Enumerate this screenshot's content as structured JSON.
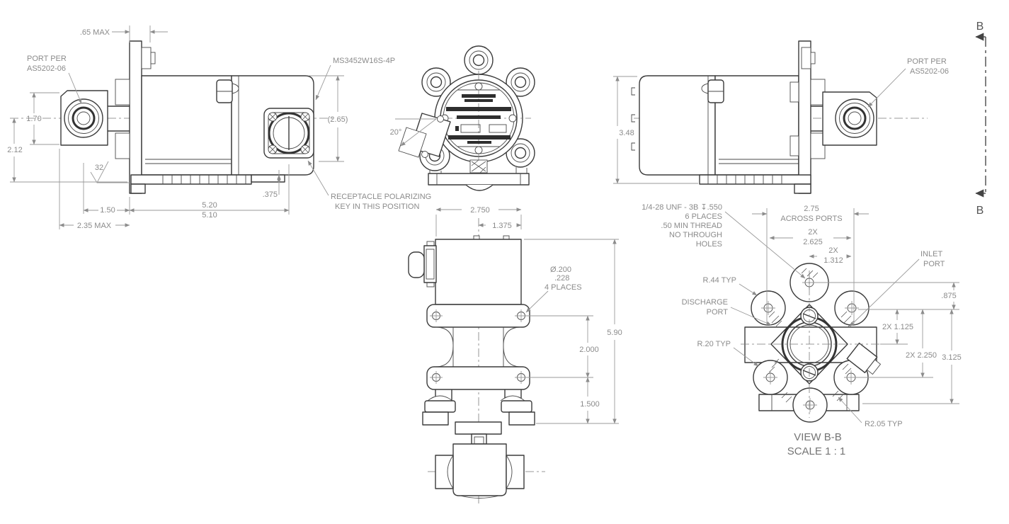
{
  "colors": {
    "object_line": "#3b3b3b",
    "dimension": "#9a9a9a",
    "background": "#ffffff"
  },
  "views": {
    "side_left": {
      "dim_65_max": ".65 MAX",
      "port_note_1": "PORT PER",
      "port_note_2": "AS5202-06",
      "dim_1_70": "1.70",
      "dim_2_12": "2.12",
      "finish_32": "32",
      "dim_375": ".375",
      "dim_5_20": "5.20",
      "dim_5_10": "5.10",
      "dim_1_50": "1.50",
      "dim_2_35_max": "2.35 MAX",
      "dim_2_65": "(2.65)",
      "connector_pn": "MS3452W16S-4P",
      "recept_note_1": "RECEPTACLE POLARIZING",
      "recept_note_2": "KEY IN THIS POSITION"
    },
    "front": {
      "dim_20": "20°"
    },
    "side_right": {
      "dim_3_48": "3.48",
      "port_note_1": "PORT PER",
      "port_note_2": "AS5202-06",
      "section_label": "B"
    },
    "top": {
      "dim_2_750": "2.750",
      "dim_1_375": "1.375",
      "hole_dia": "Ø.200",
      "hole_dia2": ".228",
      "hole_places": "4 PLACES",
      "dim_5_90": "5.90",
      "dim_2_000": "2.000",
      "dim_1_500": "1.500"
    },
    "section_bb": {
      "thread_1": "1/4-28 UNF - 3B ↧.550",
      "thread_2": "6 PLACES",
      "thread_3": ".50 MIN THREAD",
      "thread_4": "NO THROUGH",
      "thread_5": "HOLES",
      "dim_2_75": "2.75",
      "across_ports": "ACROSS PORTS",
      "qty_2x_a": "2X",
      "dim_2_625": "2.625",
      "qty_2x_b": "2X",
      "dim_1_312": "1.312",
      "inlet_1": "INLET",
      "inlet_2": "PORT",
      "r_44": "R.44 TYP",
      "discharge_1": "DISCHARGE",
      "discharge_2": "PORT",
      "r_20": "R.20 TYP",
      "dim_875": ".875",
      "dim_1_125": "2X 1.125",
      "dim_2_250": "2X 2.250",
      "dim_3_125": "3.125",
      "r_2_05": "R2.05 TYP",
      "view_title": "VIEW  B-B",
      "view_scale": "SCALE 1 : 1"
    }
  }
}
